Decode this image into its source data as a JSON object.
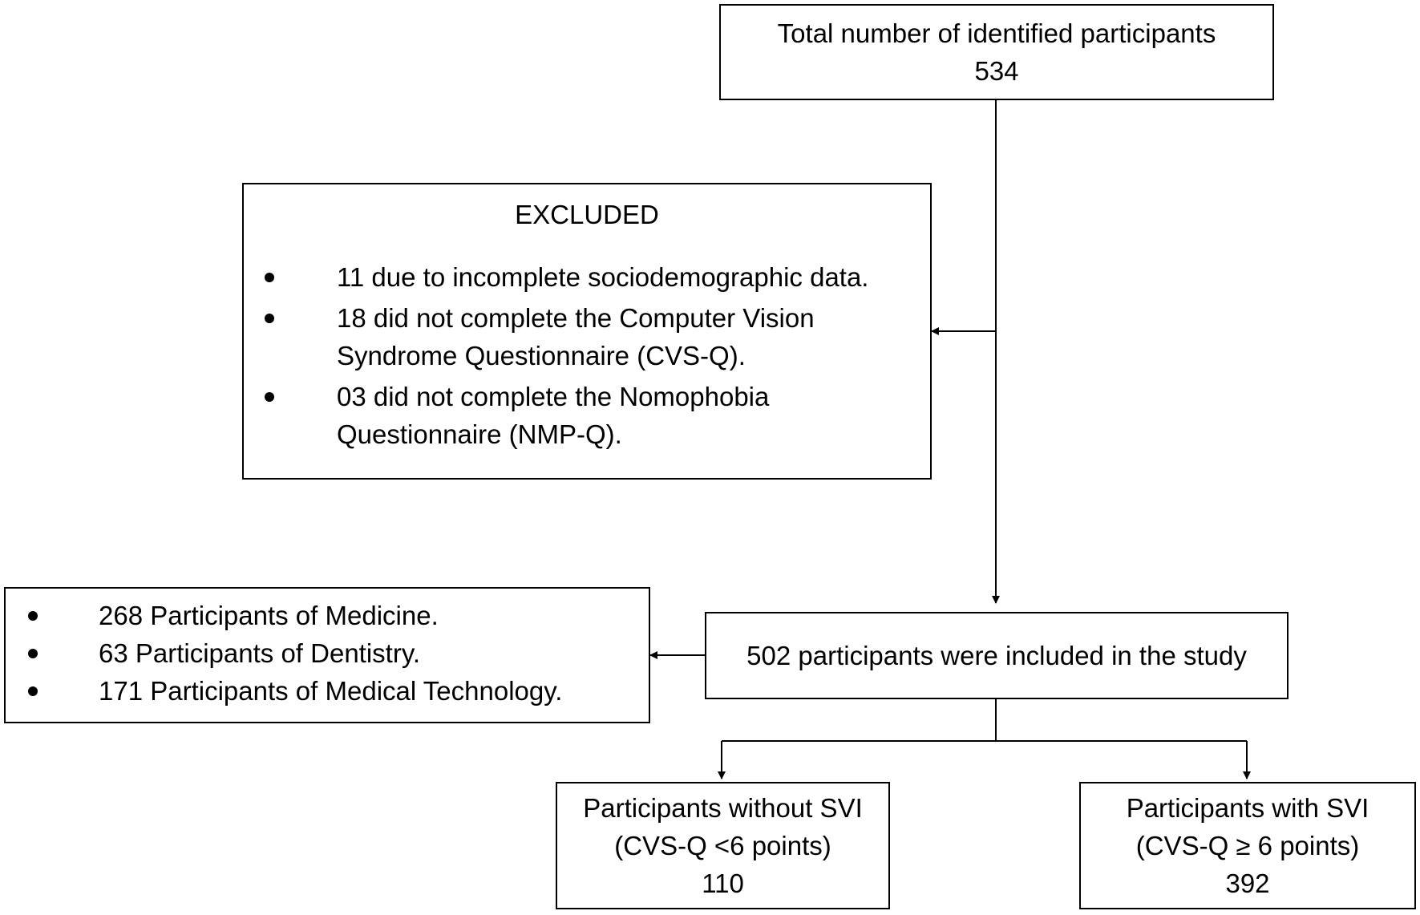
{
  "total_box": {
    "title": "Total number of identified participants",
    "count": "534"
  },
  "excluded_box": {
    "heading": "EXCLUDED",
    "items": [
      {
        "lines": [
          "11 due to incomplete sociodemographic data."
        ]
      },
      {
        "lines": [
          "18 did not complete the Computer Vision",
          "Syndrome Questionnaire (CVS-Q)."
        ]
      },
      {
        "lines": [
          "03 did not complete the Nomophobia",
          "Questionnaire (NMP-Q)."
        ]
      }
    ]
  },
  "included_box": {
    "text": "502 participants were included in the study"
  },
  "faculty_box": {
    "items": [
      "268 Participants of Medicine.",
      "63 Participants of Dentistry.",
      "171 Participants of Medical Technology."
    ]
  },
  "without_svi_box": {
    "line1": "Participants without SVI",
    "line2": "(CVS-Q <6 points)",
    "count": "110"
  },
  "with_svi_box": {
    "line1": "Participants with SVI",
    "line2": "(CVS-Q ≥ 6 points)",
    "count": "392"
  }
}
